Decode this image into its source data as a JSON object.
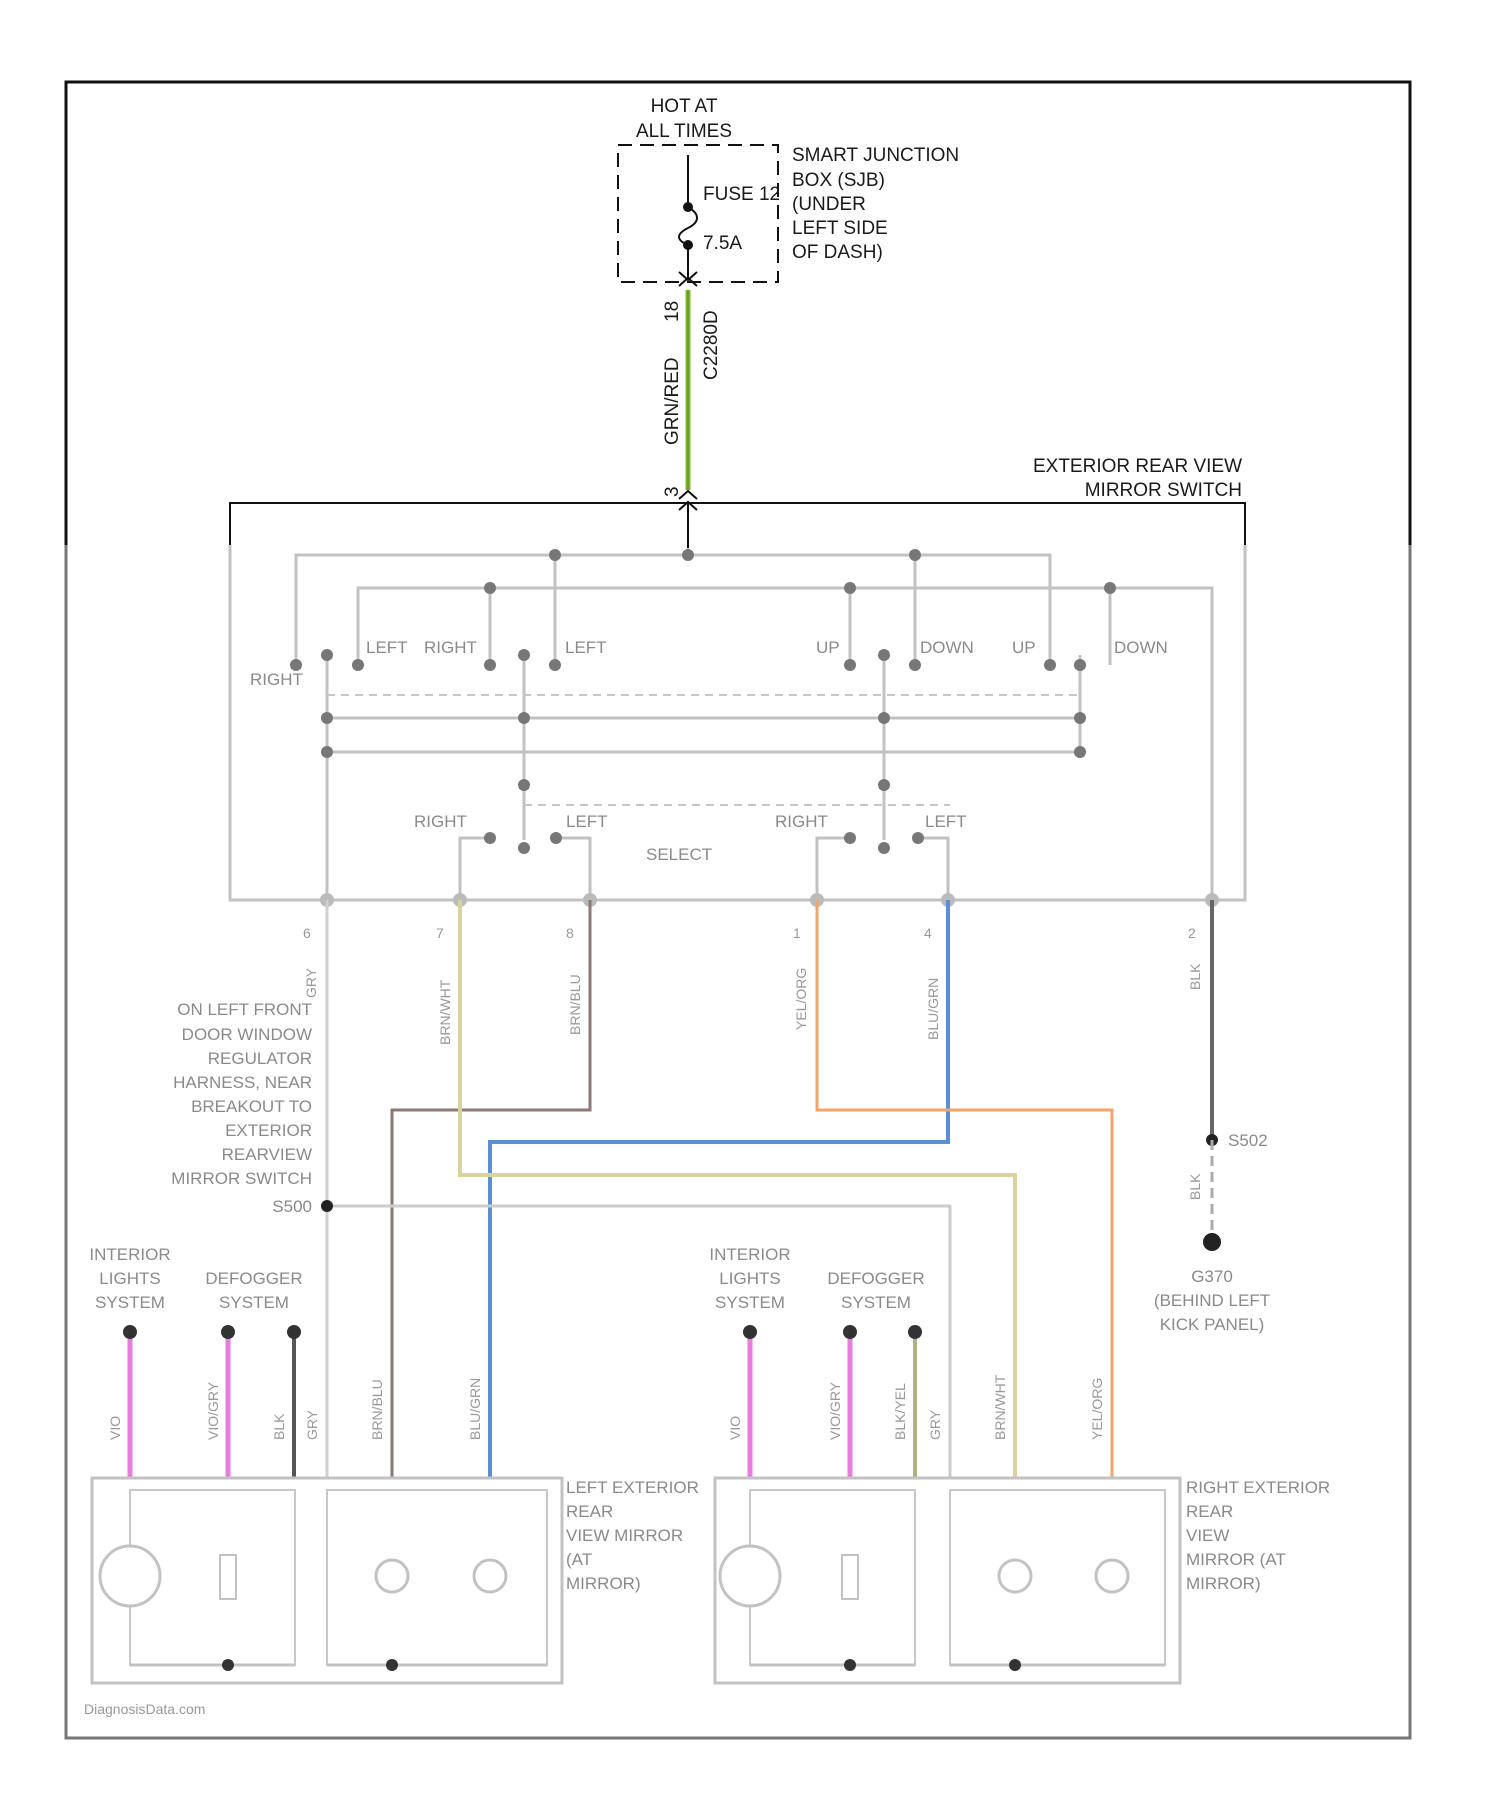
{
  "top": {
    "hot_line1": "HOT AT",
    "hot_line2": "ALL TIMES",
    "sjb_lines": [
      "SMART JUNCTION",
      "BOX (SJB)",
      "(UNDER",
      "LEFT SIDE",
      "OF DASH)"
    ],
    "fuse_label": "FUSE 12",
    "fuse_rating": "7.5A",
    "wire_gauge": "18",
    "connector": "C2280D",
    "wire_color": "GRN/RED",
    "pin": "3"
  },
  "switch": {
    "title_line1": "EXTERIOR REAR VIEW",
    "title_line2": "MIRROR SWITCH",
    "contacts": [
      "RIGHT",
      "LEFT",
      "RIGHT",
      "LEFT",
      "UP",
      "DOWN",
      "UP",
      "DOWN"
    ],
    "select_left": "RIGHT",
    "select_right": "LEFT",
    "select_left2": "RIGHT",
    "select_right2": "LEFT",
    "select_label": "SELECT"
  },
  "wires": {
    "out_pins": [
      "6",
      "7",
      "8",
      "1",
      "4",
      "2"
    ],
    "out_colors": [
      "GRY",
      "BRN/WHT",
      "BRN/BLU",
      "YEL/ORG",
      "BLU/GRN",
      "BLK"
    ],
    "note_lines": [
      "ON LEFT FRONT",
      "DOOR WINDOW",
      "REGULATOR",
      "HARNESS, NEAR",
      "BREAKOUT TO",
      "EXTERIOR",
      "REARVIEW",
      "MIRROR SWITCH"
    ],
    "splice": "S500",
    "ground_splice": "S502",
    "ground_color": "BLK",
    "ground_name": "G370",
    "ground_loc1": "(BEHIND LEFT",
    "ground_loc2": "KICK PANEL)"
  },
  "left_mirror": {
    "sys1": [
      "INTERIOR",
      "LIGHTS",
      "SYSTEM"
    ],
    "sys2": [
      "DEFOGGER",
      "SYSTEM"
    ],
    "wire_colors": [
      "VIO",
      "VIO/GRY",
      "BLK",
      "GRY",
      "BRN/BLU",
      "BLU/GRN"
    ],
    "name_lines": [
      "LEFT EXTERIOR",
      "REAR",
      "VIEW MIRROR",
      "(AT",
      "MIRROR)"
    ]
  },
  "right_mirror": {
    "sys1": [
      "INTERIOR",
      "LIGHTS",
      "SYSTEM"
    ],
    "sys2": [
      "DEFOGGER",
      "SYSTEM"
    ],
    "wire_colors": [
      "VIO",
      "VIO/GRY",
      "BLK/YEL",
      "GRY",
      "BRN/WHT",
      "YEL/ORG"
    ],
    "name_lines": [
      "RIGHT EXTERIOR",
      "REAR",
      "VIEW",
      "MIRROR (AT",
      "MIRROR)"
    ]
  },
  "watermark": "DiagnosisData.com",
  "colors": {
    "feed_wire": "#7db82a",
    "pink_wire": "#e87ce0",
    "blue_wire": "#5a8fd8",
    "orange_wire": "#f2a46a",
    "yellow_wire": "#d9d29a",
    "brown_wire": "#8a7a72",
    "black_wire": "#555555"
  }
}
